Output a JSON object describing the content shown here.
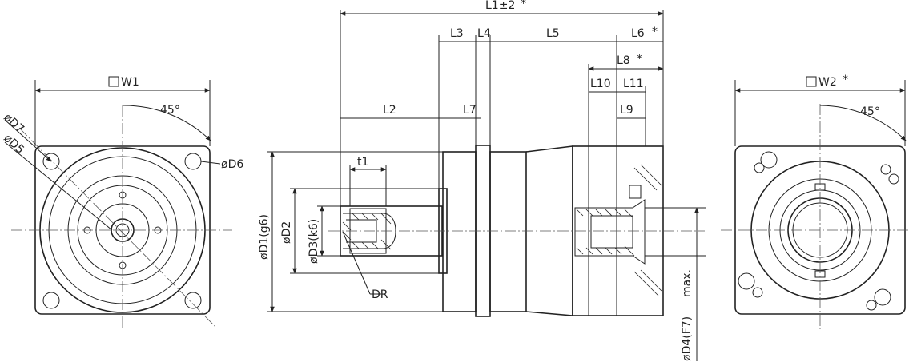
{
  "front_view": {
    "w1": "W1",
    "d7": "øD7",
    "d5": "øD5",
    "d6": "øD6",
    "angle": "45°"
  },
  "side_view": {
    "l1": "L1±2",
    "l1_star": "*",
    "l2": "L2",
    "l3": "L3",
    "l4": "L4",
    "l5": "L5",
    "l6": "L6",
    "l6_star": "*",
    "l7": "L7",
    "l8": "L8",
    "l8_star": "*",
    "l9": "L9",
    "l10": "L10",
    "l11": "L11",
    "t1": "t1",
    "d1": "øD1(g6)",
    "d2": "øD2",
    "d3": "øD3(k6)",
    "dr": "DR",
    "d4": "øD4(F7)",
    "d4_max": "max."
  },
  "rear_view": {
    "w2": "W2",
    "w2_star": "*",
    "angle": "45°"
  }
}
